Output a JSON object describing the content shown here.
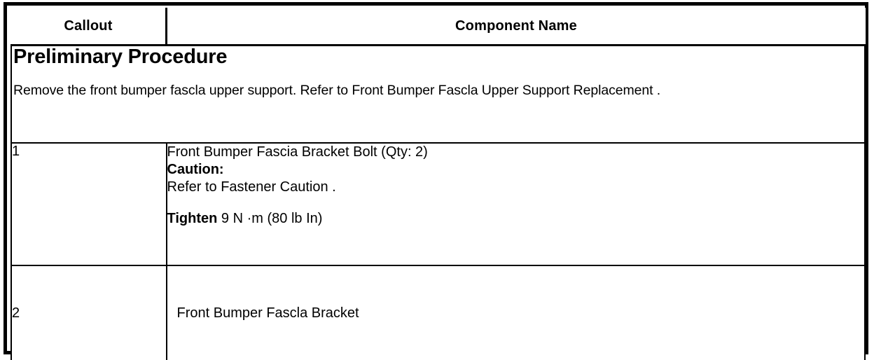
{
  "table": {
    "headers": {
      "callout": "Callout",
      "component_name": "Component Name"
    },
    "preliminary": {
      "title": "Preliminary Procedure",
      "text": "Remove the front bumper fascla upper support. Refer to Front Bumper Fascla Upper Support Replacement ."
    },
    "rows": [
      {
        "callout": "1",
        "component_line_1": "Front Bumper Fascia Bracket Bolt (Qty: 2)",
        "caution_label": "Caution:",
        "caution_text": "Refer to Fastener Caution .",
        "torque_label": "Tighten",
        "torque_value": "9 N ·m (80 lb In)"
      },
      {
        "callout": "2",
        "component_line_1": "Front Bumper Fascla Bracket"
      }
    ]
  },
  "colors": {
    "border": "#000000",
    "text": "#000000",
    "background": "#ffffff"
  }
}
